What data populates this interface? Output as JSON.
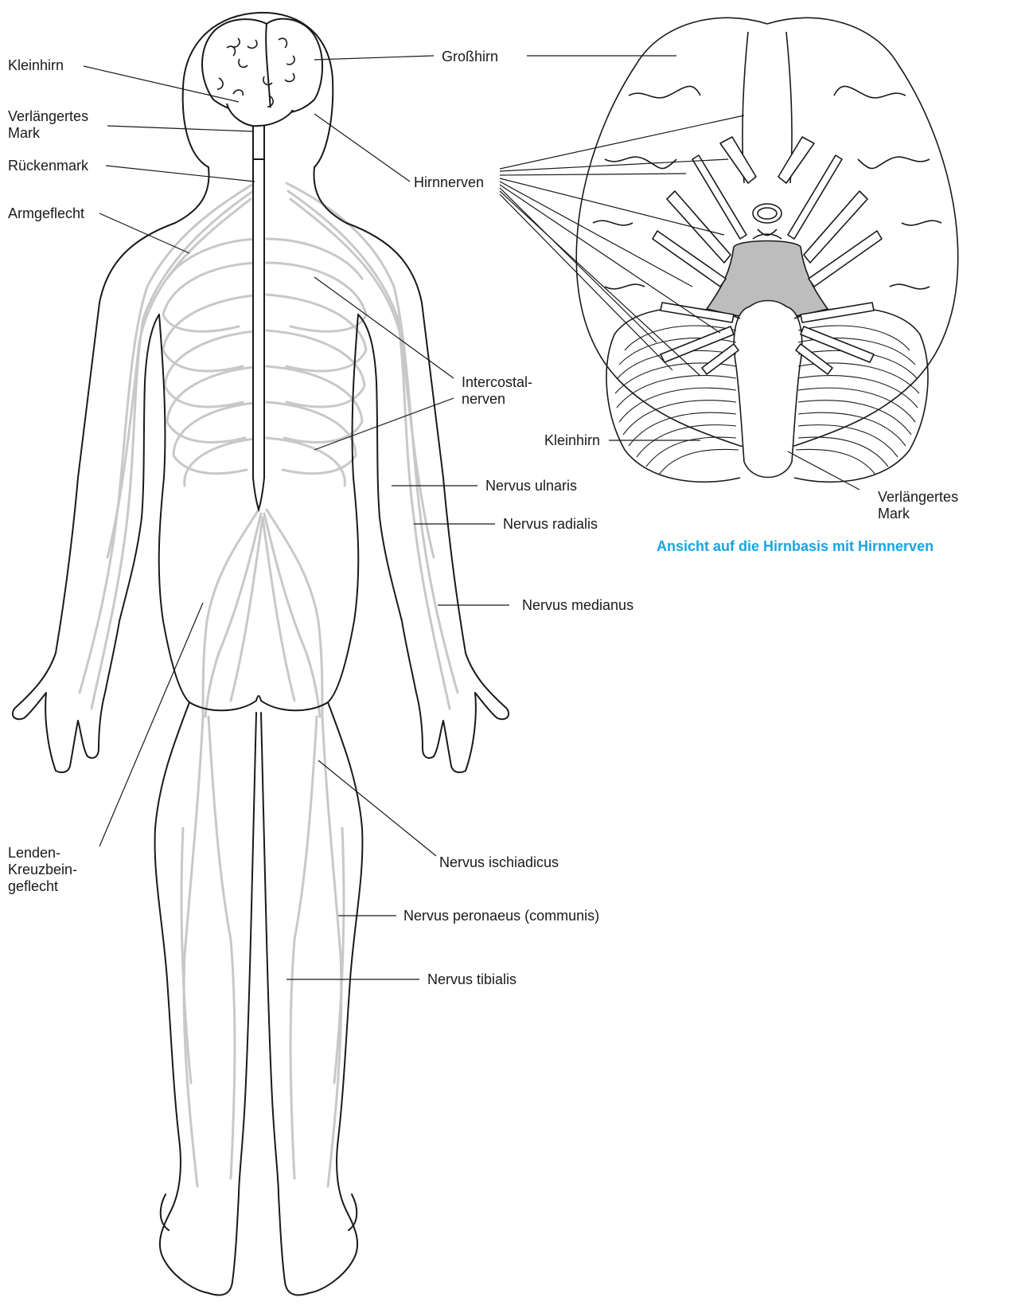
{
  "labels": {
    "kleinhirn_left": "Kleinhirn",
    "verlaengertes_mark_left": "Verlängertes\nMark",
    "rueckenmark": "Rückenmark",
    "armgeflecht": "Armgeflecht",
    "grosshirn": "Großhirn",
    "hirnnerven": "Hirnnerven",
    "intercostalnerven": "Intercostal-\nnerven",
    "kleinhirn_right": "Kleinhirn",
    "verlaengertes_mark_right": "Verlängertes\nMark",
    "nervus_ulnaris": "Nervus ulnaris",
    "nervus_radialis": "Nervus radialis",
    "nervus_medianus": "Nervus medianus",
    "lenden_kreuzbeingeflecht": "Lenden-\nKreuzbein-\ngeflecht",
    "nervus_ischiadicus": "Nervus ischiadicus",
    "nervus_peronaeus": "Nervus peronaeus (communis)",
    "nervus_tibialis": "Nervus tibialis"
  },
  "caption": "Ansicht auf die Hirnbasis mit Hirnnerven",
  "colors": {
    "outline": "#1a1a1a",
    "nerves": "#c8c8c8",
    "brainstem_fill": "#bdbdbd",
    "caption": "#16a6e2"
  }
}
